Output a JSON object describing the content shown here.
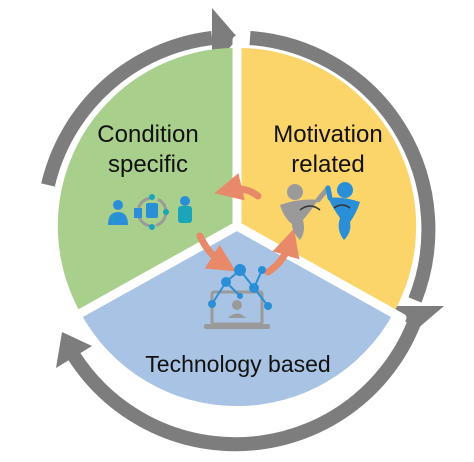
{
  "diagram": {
    "segments": [
      {
        "key": "condition",
        "lines": [
          "Condition",
          "specific"
        ],
        "color": "#a9cf8c",
        "icon": "condition-icons"
      },
      {
        "key": "motivation",
        "lines": [
          "Motivation",
          "related"
        ],
        "color": "#fbd46a",
        "icon": "people-high-five-icon"
      },
      {
        "key": "technology",
        "lines": [
          "Technology based"
        ],
        "color": "#a8c3e4",
        "icon": "laptop-network-icon"
      }
    ],
    "colors": {
      "outer_arrow": "#7d7d7d",
      "inner_arrow": "#e8896a",
      "divider": "#ffffff",
      "icon_blue": "#2a8fd6",
      "icon_teal": "#1aa5b8",
      "icon_gray": "#9a9a9a"
    }
  }
}
